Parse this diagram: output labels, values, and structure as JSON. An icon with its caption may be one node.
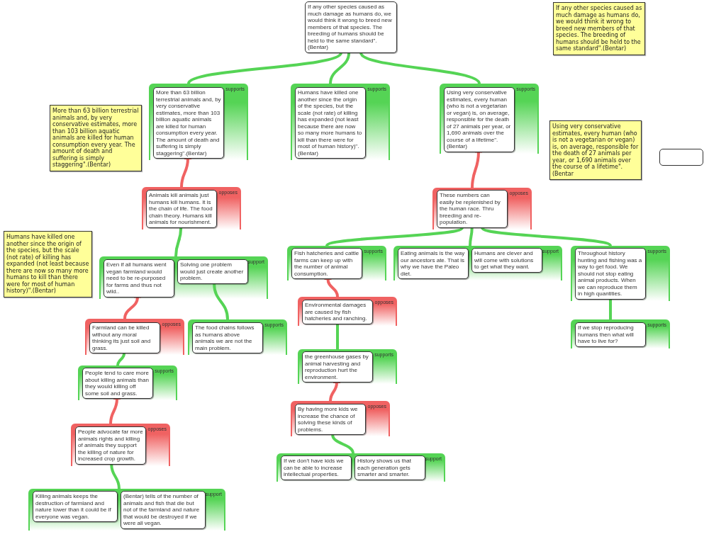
{
  "diagram": {
    "nodes": [
      {
        "text": [
          "If any other species caused as much damage as humans do, we would think it wrong to breed new members of that species. The breeding of humans should be held to the same standard\".(Bentar)"
        ]
      },
      {
        "text": [
          "If any other species caused as much damage as humans do, we would think it wrong to breed new members of that species. The breeding of humans should be held to the same standard\".(Bentar)"
        ]
      },
      {
        "text": [
          "supports"
        ]
      },
      {
        "text": [
          "More than 63 billion terrestrial animals and, by very conservative estimates, more than 103 billion aquatic animals are killed for human consumption every year. The amount of death and suffering is simply staggering\".(Bentar)"
        ],
        "in": 2
      },
      {
        "text": [
          "supports"
        ]
      },
      {
        "text": [
          "Humans have killed one another since the origin of the species, but the scale (not rate) of killing has expanded (not least because there are now so many more humans to kill than there were for most of human history)\".(Bentar)"
        ],
        "in": 4
      },
      {
        "text": [
          "supports"
        ]
      },
      {
        "text": [
          "Using very conservative estimates, every human (who is not a vegetarian or vegan) is, on average, responsible for the death of 27 animals per year, or 1,690 animals over the course of a lifetime\".(Bentar)"
        ],
        "in": 6
      },
      {
        "text": [
          "More than 63 billion terrestrial animals and, by very conservative estimates, more than 103 billion aquatic animals are killed for human consumption every year. The amount of death and suffering is simply staggering\".(Bentar)"
        ]
      },
      {
        "text": [
          "Using very conservative estimates, every human (who is not a vegetarian or vegan) is, on average, responsible for the death of 27 animals per year, or 1,690 animals over the course of a lifetime\".(Bentar"
        ]
      },
      {
        "text": [],
        "shape": "box"
      },
      {
        "text": [
          "opposes"
        ]
      },
      {
        "text": [
          "Animals kill animals just humans kill humans. It is the chain of life. The food chain theory. Humans kill animals for nourishment."
        ],
        "in": 11
      },
      {
        "text": [
          "opposes"
        ]
      },
      {
        "text": [
          "These numbers can easily be replenished by the human race. Thru breeding and re-population."
        ],
        "in": 13
      },
      {
        "text": [
          "Humans have killed one another since the origin of the species, but the scale (not rate) of killing has expanded (not least because there are now so many more humans to kill than there were for most of human history)\".(Bentar)"
        ]
      },
      {
        "text": [
          "support"
        ]
      },
      {
        "text": [
          "Even if all humans went vegan farmland would need to be re-purposed for farms and thus not wild.."
        ],
        "in": 16
      },
      {
        "text": [
          "Solving one problem would just create another problem."
        ],
        "in": 16
      },
      {
        "text": [
          "supports"
        ]
      },
      {
        "text": [
          "Fish hatcheries and cattle farms can keep up with the number of animal consumption."
        ],
        "in": 19
      },
      {
        "text": [
          "support"
        ]
      },
      {
        "text": [
          "Eating animals is the way our ancestors ate. That is why we have the Paleo diet."
        ],
        "in": 21
      },
      {
        "text": [
          "Humans are clever and will come with solutions to get what they want."
        ],
        "in": 21
      },
      {
        "text": [
          "supports"
        ]
      },
      {
        "text": [
          "Throughout history hunting and fishing was a way to get food. We should not stop eating animal products. When we can reproduce them in high quantities."
        ],
        "in": 24
      },
      {
        "text": [
          "opposes"
        ]
      },
      {
        "text": [
          "Environmental damages are caused by fish hatcheries and ranching."
        ],
        "in": 26
      },
      {
        "text": [
          "opposes"
        ]
      },
      {
        "text": [
          "Farmland can be killed without any moral thinking its just soil and grass."
        ],
        "in": 28
      },
      {
        "text": [
          "supports"
        ]
      },
      {
        "text": [
          "The food chains follows as humans above animals we are not the main problem."
        ],
        "in": 30
      },
      {
        "text": [
          "supports"
        ]
      },
      {
        "text": [
          "If we stop reproducing humans then what will have to live for?"
        ],
        "in": 32
      },
      {
        "text": [
          "supports"
        ]
      },
      {
        "text": [
          "the greenhouse gases by animal harvesting and reproduction hurt the environment."
        ],
        "in": 34
      },
      {
        "text": [
          "supports"
        ]
      },
      {
        "text": [
          "People tend to care more about killing animals than they would killing off some soil and grass."
        ],
        "in": 36
      },
      {
        "text": [
          "opposes"
        ]
      },
      {
        "text": [
          "By having more kids we increase the chance of solving these kinds of problems."
        ],
        "in": 38
      },
      {
        "text": [
          "opposes"
        ]
      },
      {
        "text": [
          "People advocate far more animals rights and killing of animals they support the killing of nature for increased crop growth."
        ],
        "in": 40
      },
      {
        "text": [
          "support"
        ]
      },
      {
        "text": [
          "If we don't have kids we can be able to increase intellectual properties."
        ],
        "in": 42
      },
      {
        "text": [
          "History shows us that each generation gets smarter and smarter."
        ],
        "in": 42
      },
      {
        "text": [
          "support"
        ]
      },
      {
        "text": [
          "Killing animals keeps the destruction of farmland and nature lower than it could be if everyone was vegan."
        ],
        "in": 45
      },
      {
        "text": [
          "(Bentar) tells of the number of animals and fish that die but not of the farmland and nature that would be destroyed if we were all vegan."
        ],
        "in": 45
      }
    ],
    "edges": [
      {
        "from": 2,
        "to": 0,
        "arrow": "none"
      },
      {
        "from": 4,
        "to": 0,
        "arrow": "none"
      },
      {
        "from": 6,
        "to": 0,
        "arrow": "none"
      },
      {
        "from": 11,
        "to": 3,
        "arrow": "other",
        "color": "#f06262"
      },
      {
        "from": 13,
        "to": 7,
        "arrow": "other",
        "color": "#f06262"
      },
      {
        "from": 16,
        "to": 12,
        "arrow": "none"
      },
      {
        "from": 19,
        "to": 14,
        "arrow": "none"
      },
      {
        "from": 21,
        "to": 14,
        "arrow": "none"
      },
      {
        "from": 24,
        "to": 14,
        "arrow": "none"
      },
      {
        "from": 28,
        "to": 17,
        "arrow": "other",
        "color": "#f06262"
      },
      {
        "from": 30,
        "to": 18,
        "arrow": "none"
      },
      {
        "from": 26,
        "to": 20,
        "arrow": "other",
        "color": "#f06262"
      },
      {
        "from": 32,
        "to": 25,
        "arrow": "none"
      },
      {
        "from": 34,
        "to": 27,
        "arrow": "none"
      },
      {
        "from": 36,
        "to": 29,
        "arrow": "none"
      },
      {
        "from": 38,
        "to": 35,
        "arrow": "other",
        "color": "#f06262"
      },
      {
        "from": 40,
        "to": 37,
        "arrow": "other",
        "color": "#f06262"
      },
      {
        "from": 42,
        "to": 39,
        "arrow": "none"
      },
      {
        "from": 45,
        "to": 41,
        "arrow": "none"
      }
    ]
  }
}
